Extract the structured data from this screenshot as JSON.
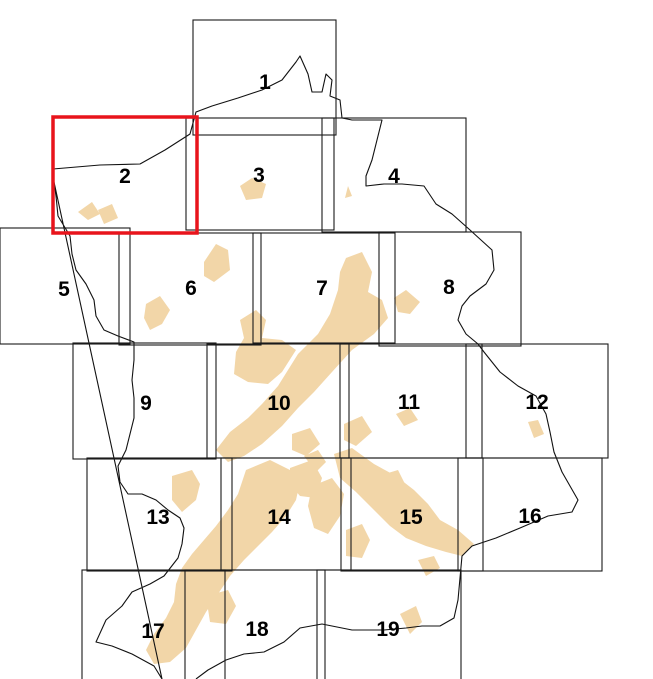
{
  "map": {
    "urban_fill": "#f2d6a8",
    "highlight_color": "#e8141c",
    "selected_tile": "2",
    "tiles": [
      {
        "id": "1"
      },
      {
        "id": "2"
      },
      {
        "id": "3"
      },
      {
        "id": "4"
      },
      {
        "id": "5"
      },
      {
        "id": "6"
      },
      {
        "id": "7"
      },
      {
        "id": "8"
      },
      {
        "id": "9"
      },
      {
        "id": "10"
      },
      {
        "id": "11"
      },
      {
        "id": "12"
      },
      {
        "id": "13"
      },
      {
        "id": "14"
      },
      {
        "id": "15"
      },
      {
        "id": "16"
      },
      {
        "id": "17"
      },
      {
        "id": "18"
      },
      {
        "id": "19"
      }
    ]
  }
}
